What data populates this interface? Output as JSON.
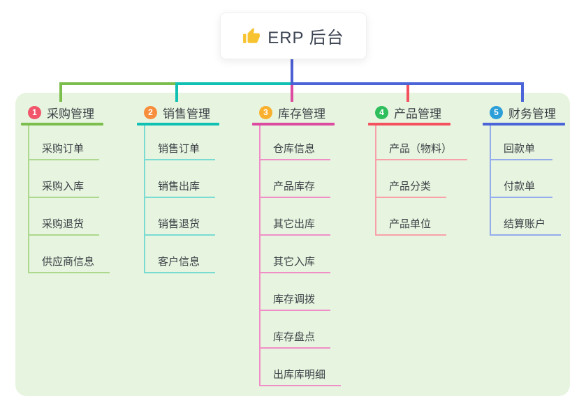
{
  "root": {
    "title": "ERP 后台",
    "icon": "thumbs-up-icon"
  },
  "branches": [
    {
      "index": "1",
      "label": "采购管理",
      "badge_color": "#f2566b",
      "line_color": "#7cbe4e",
      "child_line_color": "#add88d",
      "children": [
        "采购订单",
        "采购入库",
        "采购退货",
        "供应商信息"
      ]
    },
    {
      "index": "2",
      "label": "销售管理",
      "badge_color": "#f78e3d",
      "line_color": "#10c0b2",
      "child_line_color": "#79dbd1",
      "children": [
        "销售订单",
        "销售出库",
        "销售退货",
        "客户信息"
      ]
    },
    {
      "index": "3",
      "label": "库存管理",
      "badge_color": "#f9b02f",
      "line_color": "#dd4ba1",
      "child_line_color": "#f08fc7",
      "children": [
        "仓库信息",
        "产品库存",
        "其它出库",
        "其它入库",
        "库存调拨",
        "库存盘点",
        "出库库明细"
      ]
    },
    {
      "index": "4",
      "label": "产品管理",
      "badge_color": "#2ebe5b",
      "line_color": "#f4515f",
      "child_line_color": "#f9a1a9",
      "children": [
        "产品（物料）",
        "产品分类",
        "产品单位"
      ]
    },
    {
      "index": "5",
      "label": "财务管理",
      "badge_color": "#2d9fd8",
      "line_color": "#4b64d8",
      "child_line_color": "#94acec",
      "children": [
        "回款单",
        "付款单",
        "结算账户"
      ]
    }
  ],
  "colors": {
    "panel_background": "#e7f5e0",
    "root_connector": "#4c5fd4",
    "title_text": "#3c4453",
    "node_text": "#3c4046",
    "icon_yellow": "#f7c331"
  }
}
